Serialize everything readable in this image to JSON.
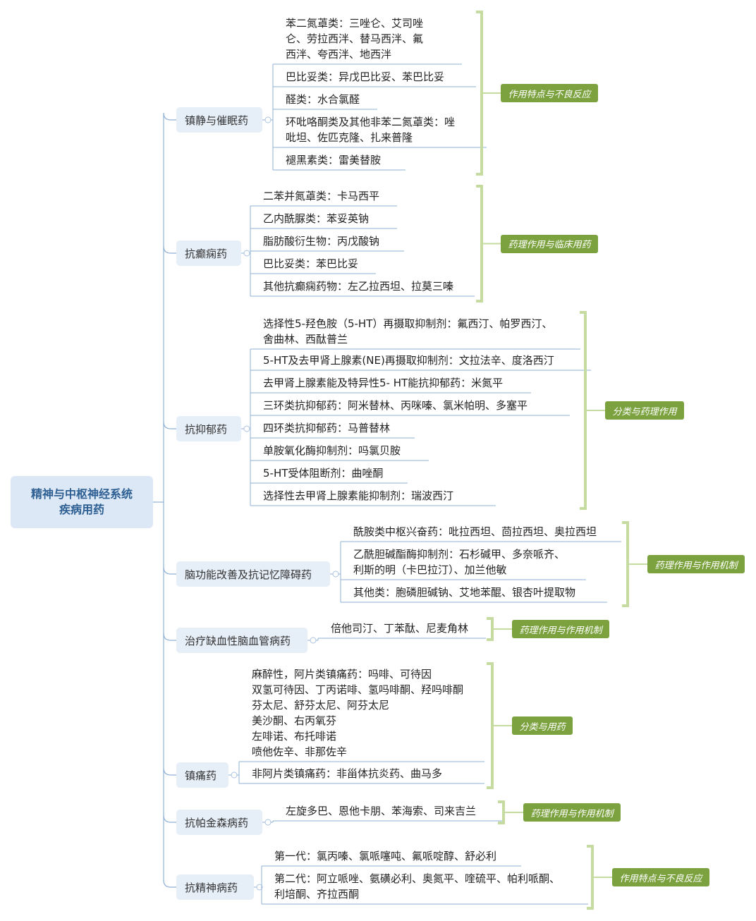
{
  "root": {
    "line1": "精神与中枢神经系统",
    "line2": "疾病用药"
  },
  "categories": [
    {
      "name": "镇静与催眠药",
      "tag": "作用特点与不良反应",
      "items": [
        [
          "苯二氮䓬类：三唑仑、艾司唑",
          "仑、劳拉西泮、替马西泮、氟",
          "西泮、夸西泮、地西泮"
        ],
        [
          "巴比妥类：异戊巴比妥、苯巴比妥"
        ],
        [
          "醛类：水合氯醛"
        ],
        [
          "环吡咯酮类及其他非苯二氮䓬类：唑",
          "吡坦、佐匹克隆、扎来普隆"
        ],
        [
          "褪黑素类：雷美替胺"
        ]
      ]
    },
    {
      "name": "抗癫痫药",
      "tag": "药理作用与临床用药",
      "items": [
        [
          "二苯并氮䓬类：卡马西平"
        ],
        [
          "乙内酰脲类：苯妥英钠"
        ],
        [
          "脂肪酸衍生物：丙戊酸钠"
        ],
        [
          "巴比妥类：苯巴比妥"
        ],
        [
          "其他抗癫痫药物：左乙拉西坦、拉莫三嗪"
        ]
      ]
    },
    {
      "name": "抗抑郁药",
      "tag": "分类与药理作用",
      "items": [
        [
          "选择性5-羟色胺（5-HT）再摄取抑制剂：氟西汀、帕罗西汀、",
          "舍曲林、西酞普兰"
        ],
        [
          "5-HT及去甲肾上腺素(NE)再摄取抑制剂：文拉法辛、度洛西汀"
        ],
        [
          "去甲肾上腺素能及特异性5- HT能抗抑郁药：米氮平"
        ],
        [
          "三环类抗抑郁药：阿米替林、丙咪嗪、氯米帕明、多塞平"
        ],
        [
          "四环类抗抑郁药：马普替林"
        ],
        [
          "单胺氧化酶抑制剂：吗氯贝胺"
        ],
        [
          "5-HT受体阻断剂：曲唑酮"
        ],
        [
          "选择性去甲肾上腺素能抑制剂：瑞波西汀"
        ]
      ]
    },
    {
      "name": "脑功能改善及抗记忆障碍药",
      "tag": "药理作用与作用机制",
      "items": [
        [
          "酰胺类中枢兴奋药：吡拉西坦、茴拉西坦、奥拉西坦"
        ],
        [
          "乙酰胆碱酯酶抑制剂：石杉碱甲、多奈哌齐、",
          "利斯的明（卡巴拉汀）、加兰他敏"
        ],
        [
          "其他类：胞磷胆碱钠、艾地苯醌、银杏叶提取物"
        ]
      ]
    },
    {
      "name": "治疗缺血性脑血管病药",
      "tag": "药理作用与作用机制",
      "items": [
        [
          "倍他司汀、丁苯酞、尼麦角林"
        ]
      ]
    },
    {
      "name": "镇痛药",
      "tag": "分类与用药",
      "items": [
        [
          "麻醉性，阿片类镇痛药：吗啡、可待因",
          "双氢可待因、丁丙诺啡、氢吗啡酮、羟吗啡酮",
          "芬太尼、舒芬太尼、阿芬太尼",
          "美沙酮、右丙氧芬",
          "左啡诺、布托啡诺",
          "喷他佐辛、非那佐辛"
        ],
        [
          "非阿片类镇痛药：非甾体抗炎药、曲马多"
        ]
      ]
    },
    {
      "name": "抗帕金森病药",
      "tag": "药理作用与作用机制",
      "items": [
        [
          "左旋多巴、恩他卡朋、苯海索、司来吉兰"
        ]
      ]
    },
    {
      "name": "抗精神病药",
      "tag": "作用特点与不良反应",
      "items": [
        [
          "第一代：氯丙嗪、氯哌噻吨、氟哌啶醇、舒必利"
        ],
        [
          "第二代：阿立哌唑、氨磺必利、奥氮平、喹硫平、帕利哌酮、",
          "利培酮、齐拉西酮"
        ]
      ]
    }
  ],
  "colors": {
    "tag_bg": "#7ba23f",
    "bracket": "#c5dba0",
    "root_bg": "#dce8f5",
    "cat_bg": "#e6eef8",
    "root_text": "#2d5f93",
    "connector": "#8fb0d6"
  }
}
